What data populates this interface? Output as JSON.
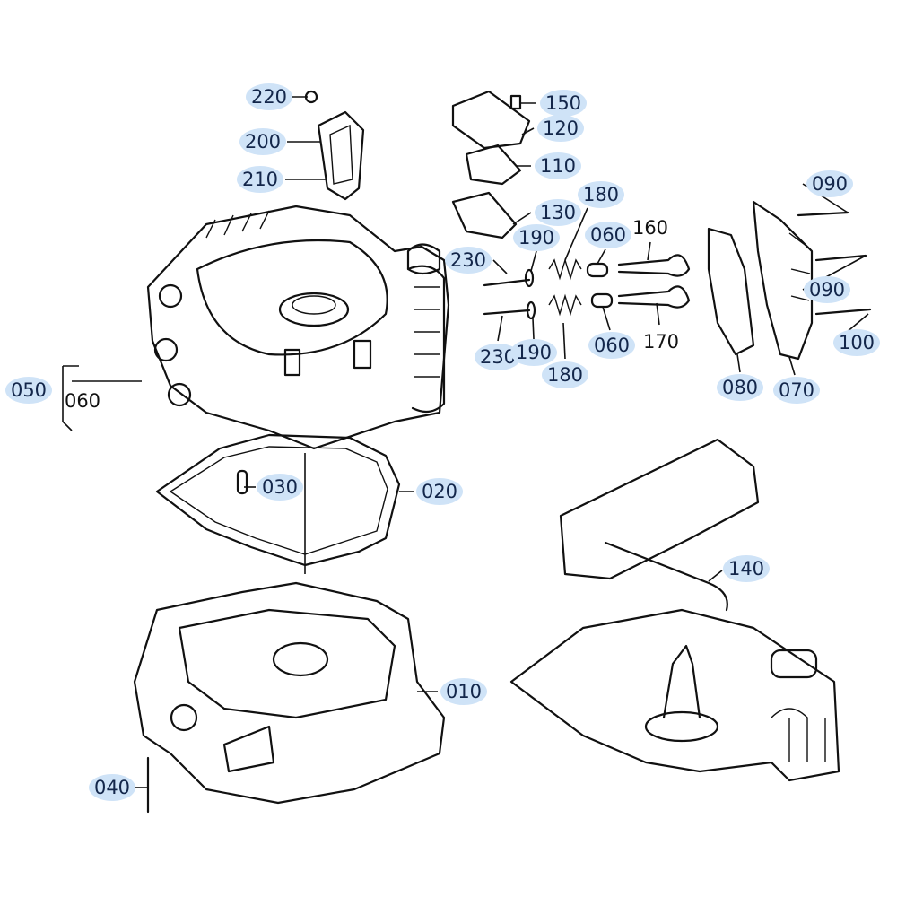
{
  "title": "Engine cylinder & crankcase exploded parts diagram",
  "highlight_color": "#cfe3f7",
  "label_color": "#13264a",
  "callouts": [
    {
      "id": "220",
      "text": "220",
      "highlighted": true
    },
    {
      "id": "150",
      "text": "150",
      "highlighted": true
    },
    {
      "id": "120",
      "text": "120",
      "highlighted": true
    },
    {
      "id": "200",
      "text": "200",
      "highlighted": true
    },
    {
      "id": "110",
      "text": "110",
      "highlighted": true
    },
    {
      "id": "210",
      "text": "210",
      "highlighted": true
    },
    {
      "id": "180a",
      "text": "180",
      "highlighted": true
    },
    {
      "id": "130",
      "text": "130",
      "highlighted": true
    },
    {
      "id": "090a",
      "text": "090",
      "highlighted": true
    },
    {
      "id": "190a",
      "text": "190",
      "highlighted": true
    },
    {
      "id": "060a",
      "text": "060",
      "highlighted": true
    },
    {
      "id": "160",
      "text": "160",
      "highlighted": false
    },
    {
      "id": "230a",
      "text": "230",
      "highlighted": true
    },
    {
      "id": "090b",
      "text": "090",
      "highlighted": true
    },
    {
      "id": "050",
      "text": "050",
      "highlighted": true
    },
    {
      "id": "060c",
      "text": "060",
      "highlighted": false
    },
    {
      "id": "230b",
      "text": "230",
      "highlighted": true
    },
    {
      "id": "190b",
      "text": "190",
      "highlighted": true
    },
    {
      "id": "180b",
      "text": "180",
      "highlighted": true
    },
    {
      "id": "060b",
      "text": "060",
      "highlighted": true
    },
    {
      "id": "170",
      "text": "170",
      "highlighted": false
    },
    {
      "id": "080",
      "text": "080",
      "highlighted": true
    },
    {
      "id": "070",
      "text": "070",
      "highlighted": true
    },
    {
      "id": "100",
      "text": "100",
      "highlighted": true
    },
    {
      "id": "030",
      "text": "030",
      "highlighted": true
    },
    {
      "id": "020",
      "text": "020",
      "highlighted": true
    },
    {
      "id": "140",
      "text": "140",
      "highlighted": true
    },
    {
      "id": "010",
      "text": "010",
      "highlighted": true
    },
    {
      "id": "040",
      "text": "040",
      "highlighted": true
    }
  ]
}
